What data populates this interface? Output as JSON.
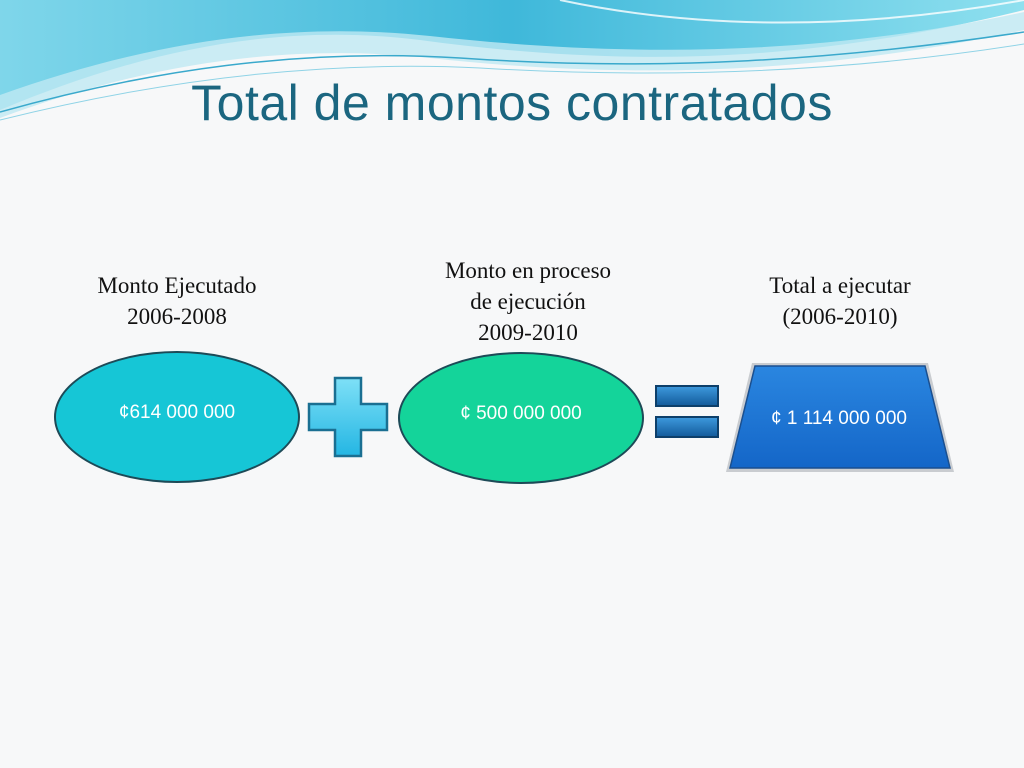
{
  "slide": {
    "title": "Total de montos contratados",
    "items": [
      {
        "label_lines": [
          "Monto Ejecutado",
          "2006-2008"
        ],
        "value": "¢614 000 000",
        "color": "#16c6d6"
      },
      {
        "label_lines": [
          "Monto en proceso",
          "de ejecución",
          "2009-2010"
        ],
        "value": "¢ 500 000 000",
        "color": "#14d49a"
      },
      {
        "label_lines": [
          "Total a ejecutar",
          "(2006-2010)"
        ],
        "value": "¢ 1 114 000 000",
        "color": "#1f79d6"
      }
    ],
    "operators": [
      "plus-icon",
      "equals-icon"
    ],
    "colors": {
      "title": "#1b6680",
      "wave": "#4ec3e0",
      "plus": "#3fc8ee",
      "equals": "#1a6ab0"
    }
  }
}
